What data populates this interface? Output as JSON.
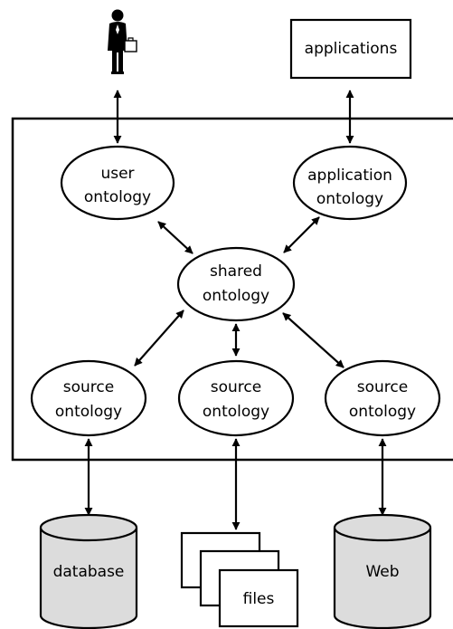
{
  "nodes": {
    "user_ontology": [
      "user",
      "ontology"
    ],
    "application_ontology": [
      "application",
      "ontology"
    ],
    "shared_ontology": [
      "shared",
      "ontology"
    ],
    "source_ontology_left": [
      "source",
      "ontology"
    ],
    "source_ontology_center": [
      "source",
      "ontology"
    ],
    "source_ontology_right": [
      "source",
      "ontology"
    ]
  },
  "external": {
    "applications": "applications",
    "database": "database",
    "files": "files",
    "web": "Web"
  },
  "icons": {
    "user": "businessman-icon",
    "database": "database-cylinder-icon",
    "files": "document-stack-icon",
    "web": "web-cylinder-icon"
  },
  "colors": {
    "stroke": "#000000",
    "cylinder_fill": "#dcdcdc",
    "background": "#ffffff"
  }
}
